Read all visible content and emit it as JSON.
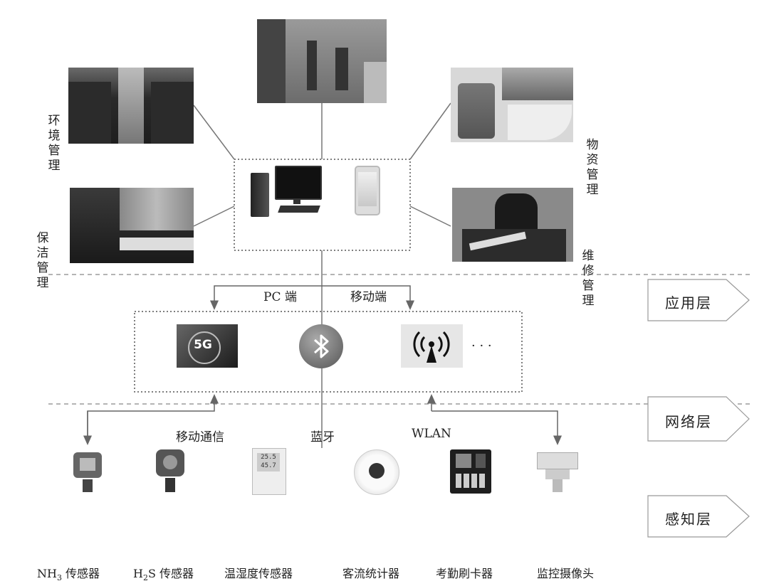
{
  "left_labels": {
    "environment": "环境管理",
    "cleaning": "保洁管理"
  },
  "right_labels": {
    "supplies": "物资管理",
    "maintenance": "维修管理"
  },
  "connections": {
    "pc": "PC 端",
    "mobile": "移动端",
    "mobile_comm": "移动通信",
    "bluetooth": "蓝牙",
    "wlan": "WLAN"
  },
  "network_icons": {
    "fiveg": "5G",
    "more": "· · ·"
  },
  "layers": {
    "application": "应用层",
    "network": "网络层",
    "perception": "感知层"
  },
  "sensors": {
    "nh3_prefix": "NH",
    "nh3_sub": "3",
    "nh3_suffix": " 传感器",
    "h2s_prefix": "H",
    "h2s_sub": "2",
    "h2s_suffix": "S 传感器",
    "temp_humidity": "温湿度传感器",
    "people_counter": "客流统计器",
    "attendance": "考勤刷卡器",
    "camera": "监控摄像头"
  },
  "thermo_display": {
    "line1": "25.5",
    "line2": "45.7"
  }
}
